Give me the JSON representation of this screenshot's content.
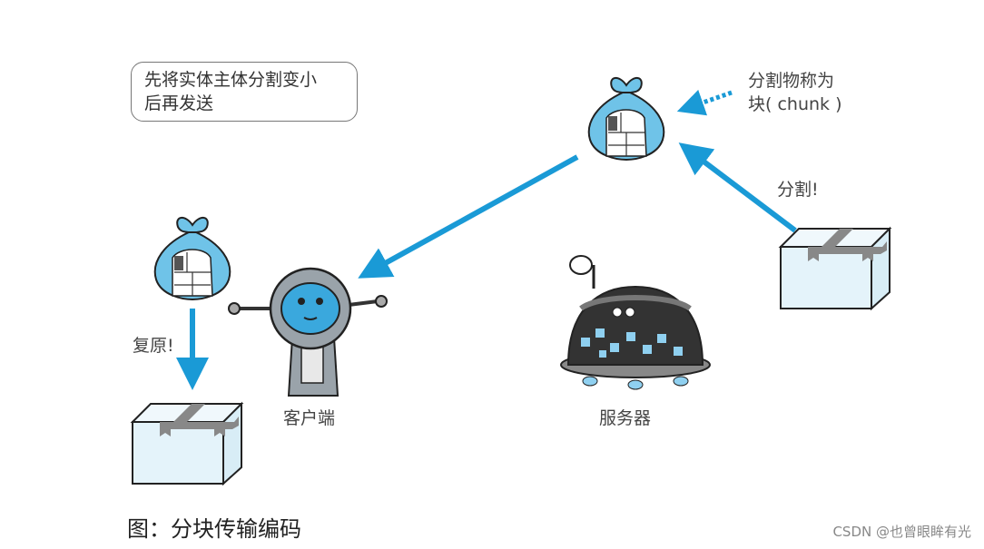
{
  "note": {
    "line1": "先将实体主体分割变小",
    "line2": "后再发送"
  },
  "chunk_label": {
    "line1": "分割物称为",
    "line2": "块( chunk )"
  },
  "split_label": "分割!",
  "restore_label": "复原!",
  "client_label": "客户端",
  "server_label": "服务器",
  "caption": "图：分块传输编码",
  "watermark": "CSDN @也曾眼眸有光",
  "colors": {
    "arrow": "#1a9ad6",
    "bag": "#6fc3e8",
    "box": "#e4f3fa"
  }
}
